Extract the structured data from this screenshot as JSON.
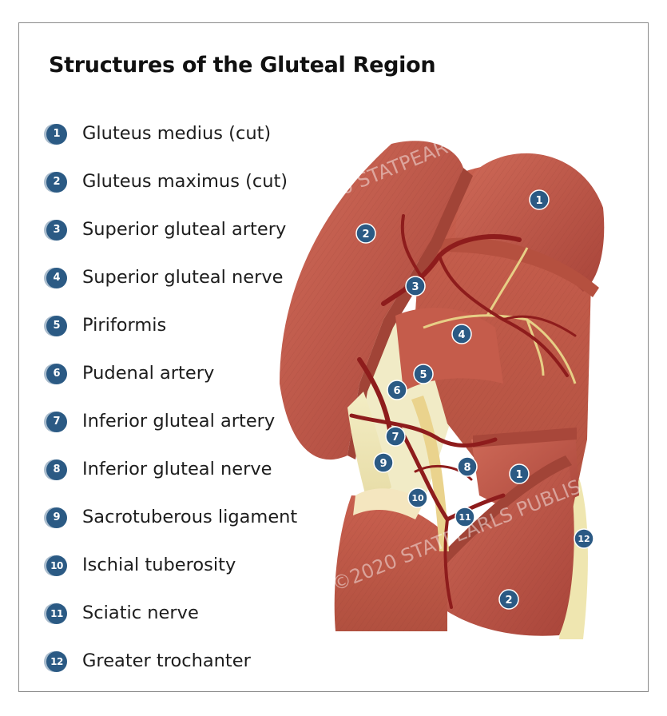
{
  "title": "Structures of the Gluteal Region",
  "legend": [
    {
      "num": "1",
      "label": "Gluteus medius (cut)"
    },
    {
      "num": "2",
      "label": "Gluteus maximus (cut)"
    },
    {
      "num": "3",
      "label": "Superior gluteal artery"
    },
    {
      "num": "4",
      "label": "Superior gluteal nerve"
    },
    {
      "num": "5",
      "label": "Piriformis"
    },
    {
      "num": "6",
      "label": "Pudenal artery"
    },
    {
      "num": "7",
      "label": "Inferior gluteal artery"
    },
    {
      "num": "8",
      "label": "Inferior gluteal nerve"
    },
    {
      "num": "9",
      "label": "Sacrotuberous ligament"
    },
    {
      "num": "10",
      "label": "Ischial tuberosity"
    },
    {
      "num": "11",
      "label": "Sciatic nerve"
    },
    {
      "num": "12",
      "label": "Greater trochanter"
    }
  ],
  "watermarks": [
    "©2020 STATPEARLS PUBLISHING",
    "©2020 STATPEARLS PUBLISHING"
  ],
  "callouts": [
    "1",
    "2",
    "3",
    "4",
    "5",
    "6",
    "7",
    "8",
    "1",
    "9",
    "10",
    "11",
    "12",
    "2"
  ],
  "colors": {
    "badge": "#2b5a84",
    "muscle": "#c0584a",
    "artery": "#8e1c1c",
    "nerve": "#e9d28a",
    "ligament": "#efe7b8"
  }
}
